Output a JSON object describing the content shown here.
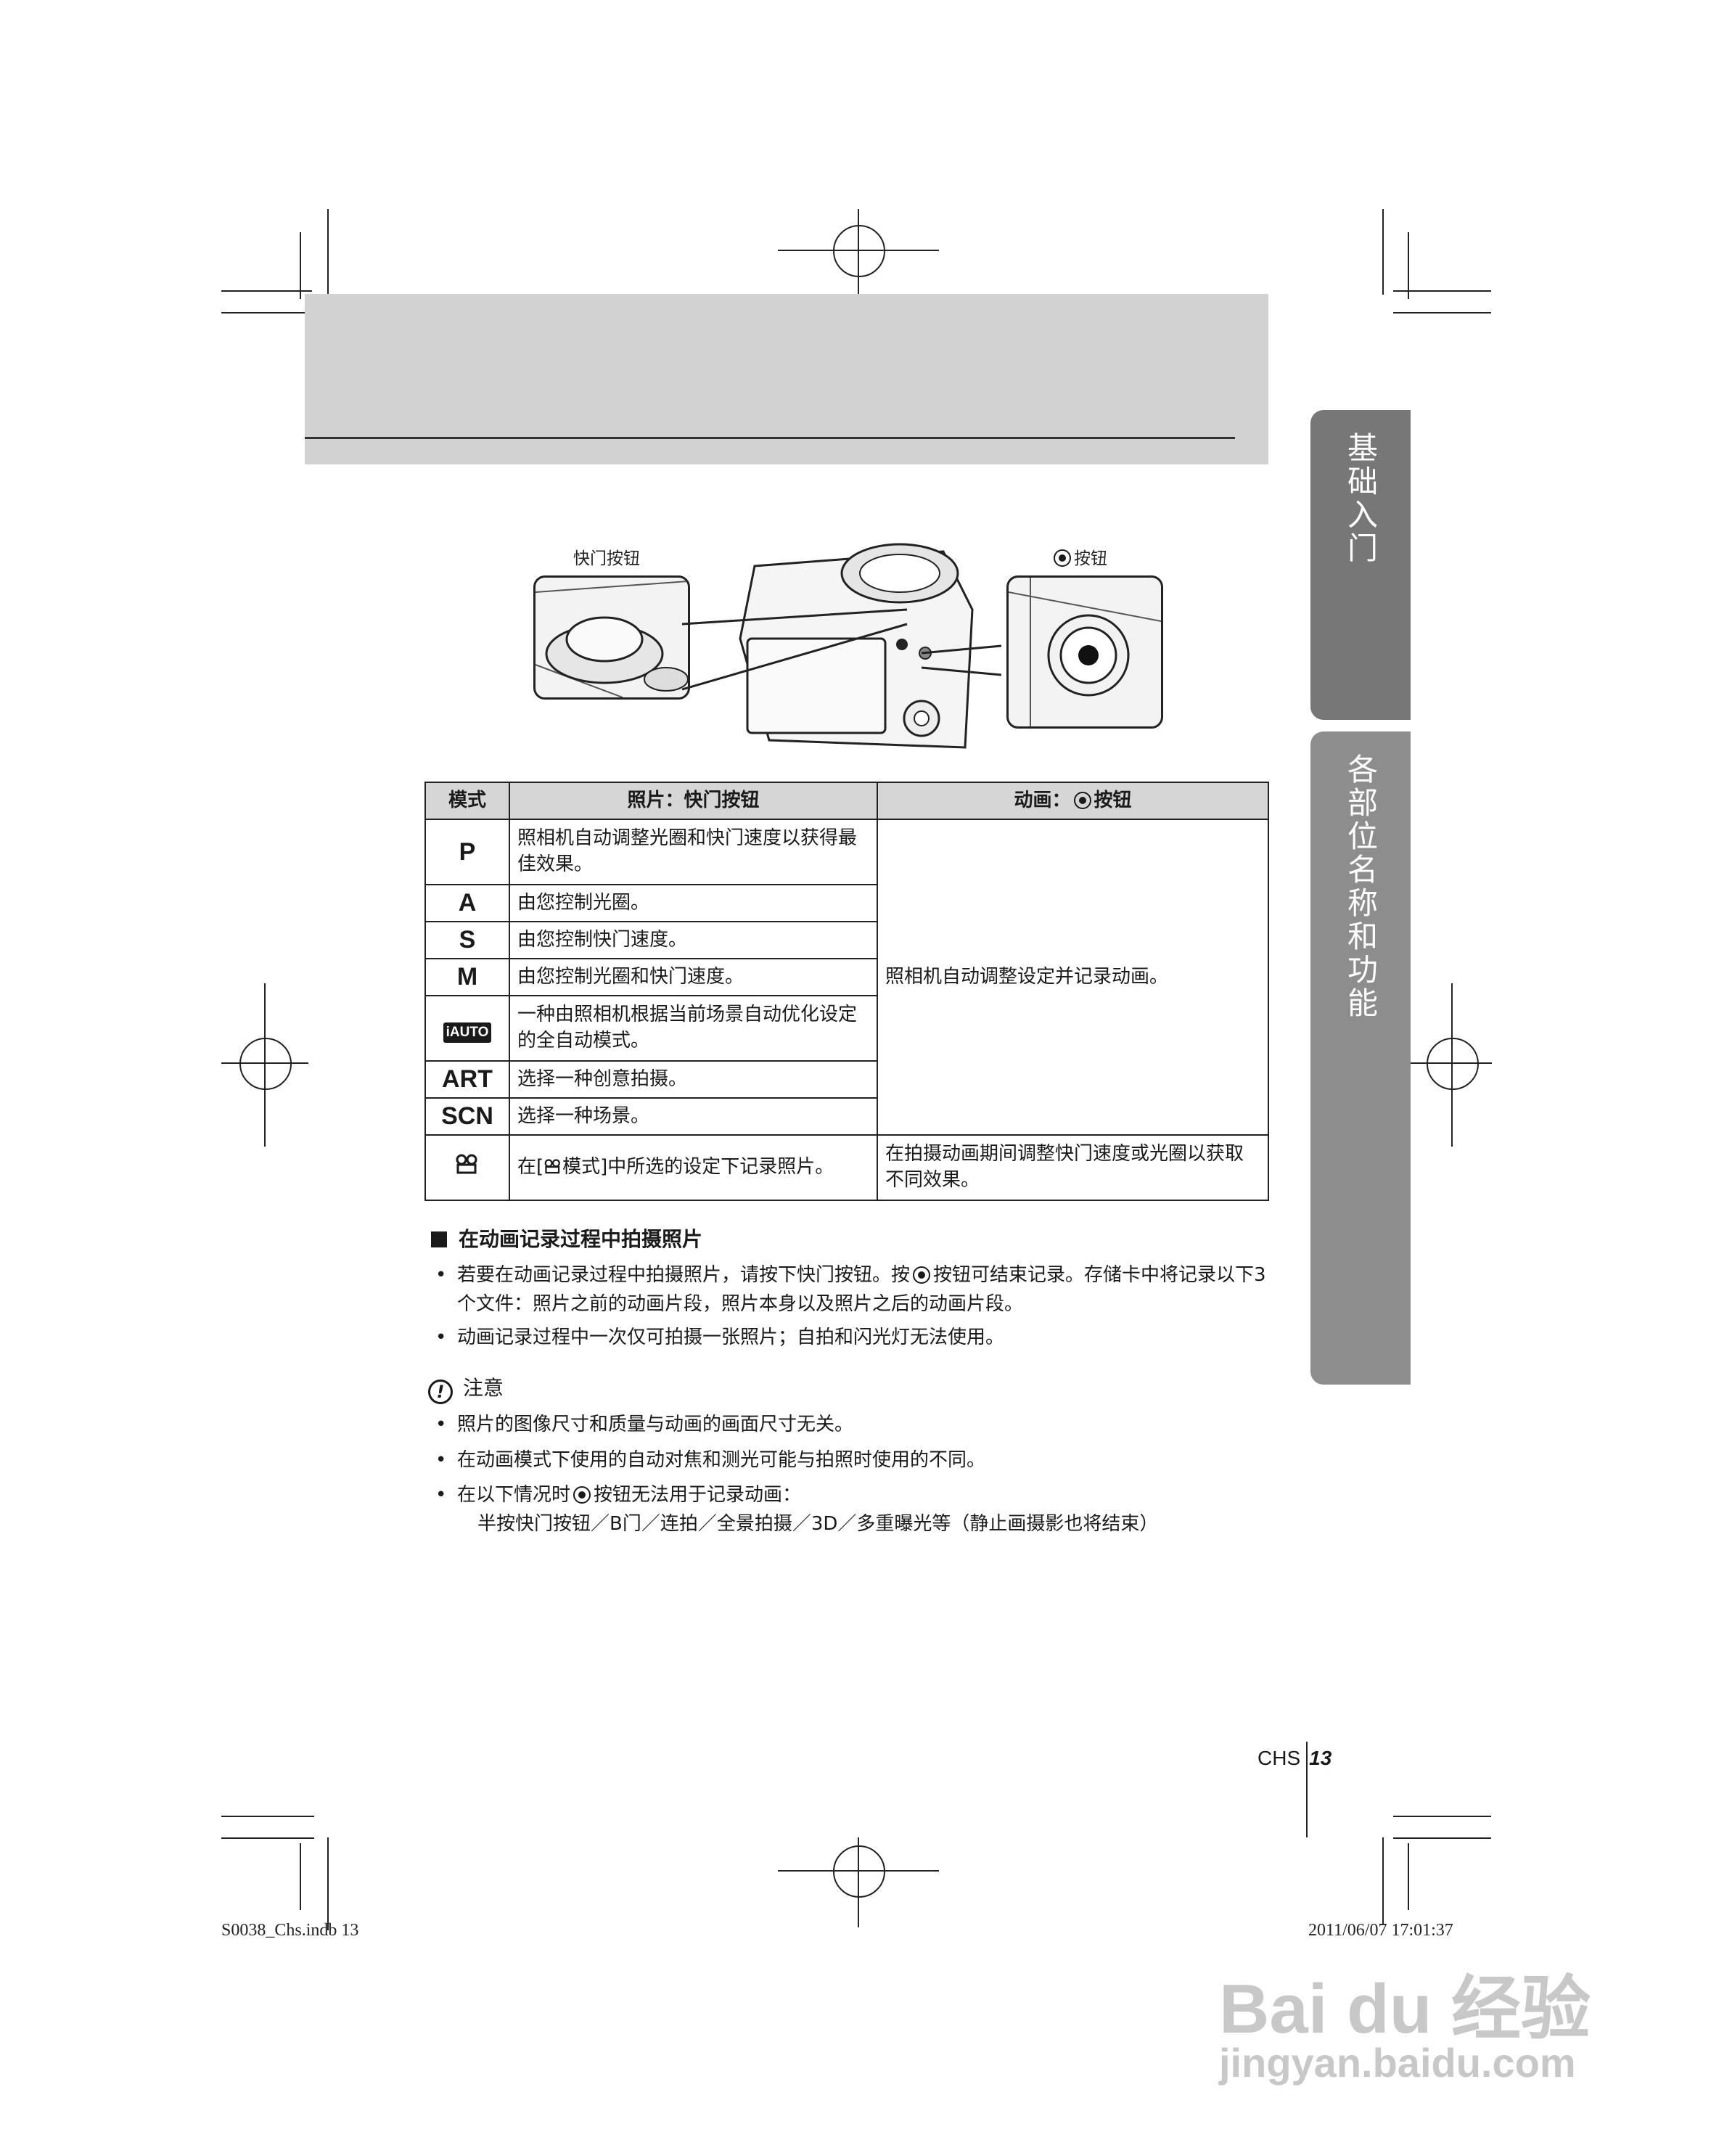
{
  "side_tabs": [
    "基础入门",
    "各部位名称和功能"
  ],
  "figure": {
    "shutter_label": "快门按钮",
    "movie_label": "按钮"
  },
  "table": {
    "headers": [
      "模式",
      "照片：快门按钮",
      "动画："
    ],
    "header_movie_suffix": "按钮",
    "rows": [
      {
        "mode": "P",
        "photo": "照相机自动调整光圈和快门速度以获得最佳效果。"
      },
      {
        "mode": "A",
        "photo": "由您控制光圈。"
      },
      {
        "mode": "S",
        "photo": "由您控制快门速度。"
      },
      {
        "mode": "M",
        "photo": "由您控制光圈和快门速度。"
      },
      {
        "mode": "iAUTO",
        "photo": "一种由照相机根据当前场景自动优化设定的全自动模式。"
      },
      {
        "mode": "ART",
        "photo": "选择一种创意拍摄。"
      },
      {
        "mode": "SCN",
        "photo": "选择一种场景。"
      }
    ],
    "shared_movie_text": "照相机自动调整设定并记录动画。",
    "movie_row": {
      "photo_prefix": "在[",
      "photo_suffix": "模式]中所选的设定下记录照片。",
      "movie": "在拍摄动画期间调整快门速度或光圈以获取不同效果。"
    }
  },
  "section": {
    "title": "在动画记录过程中拍摄照片",
    "bullet1_a": "若要在动画记录过程中拍摄照片，请按下快门按钮。按",
    "bullet1_b": "按钮可结束记录。存储卡中将记录以下3个文件：照片之前的动画片段，照片本身以及照片之后的动画片段。",
    "bullet2": "动画记录过程中一次仅可拍摄一张照片；自拍和闪光灯无法使用。"
  },
  "note": {
    "title": "注意",
    "item1": "照片的图像尺寸和质量与动画的画面尺寸无关。",
    "item2": "在动画模式下使用的自动对焦和测光可能与拍照时使用的不同。",
    "item3_a": "在以下情况时",
    "item3_b": "按钮无法用于记录动画：",
    "item3_c": "半按快门按钮／B门／连拍／全景拍摄／3D／多重曝光等（静止画摄影也将结束）"
  },
  "page": {
    "lang": "CHS",
    "number": "13"
  },
  "slug": {
    "file": "S0038_Chs.indb   13",
    "date": "2011/06/07   17:01:37"
  },
  "watermark": {
    "brand": "Bai du 经验",
    "url": "jingyan.baidu.com"
  }
}
